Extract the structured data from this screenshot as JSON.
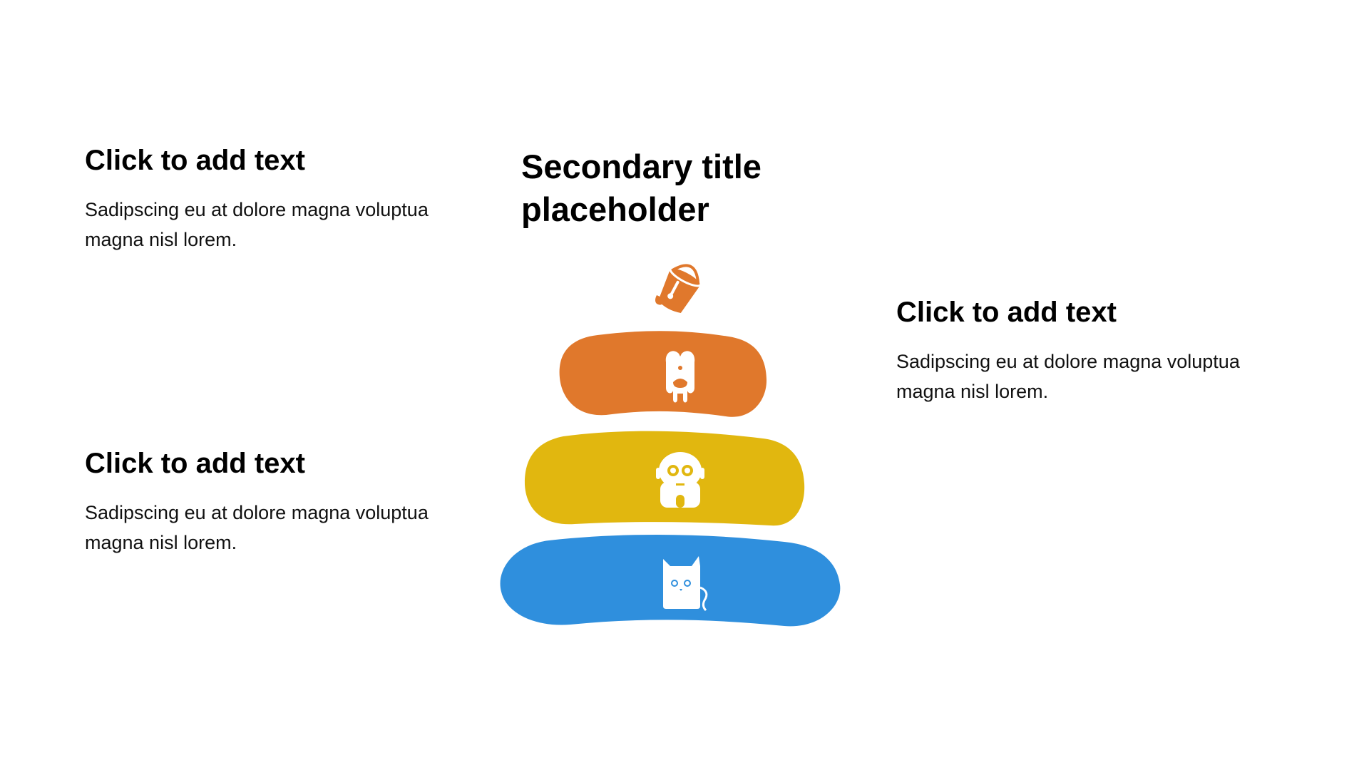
{
  "secondary_title": "Secondary title placeholder",
  "blocks": {
    "top_left": {
      "heading": "Click to add text",
      "body": "Sadipscing eu at dolore magna voluptua magna nisl lorem."
    },
    "bottom_left": {
      "heading": "Click to add text",
      "body": "Sadipscing eu at dolore magna voluptua magna nisl lorem."
    },
    "right": {
      "heading": "Click to add text",
      "body": "Sadipscing eu at dolore magna voluptua magna nisl lorem."
    }
  },
  "graphic": {
    "top_icon": "paint-bucket-icon",
    "tiers": [
      {
        "icon": "monster-tooth-icon",
        "color": "#E0782C"
      },
      {
        "icon": "alien-robot-icon",
        "color": "#E1B70F"
      },
      {
        "icon": "cat-icon",
        "color": "#2F8FDD"
      }
    ]
  },
  "colors": {
    "orange": "#E0782C",
    "yellow": "#E1B70F",
    "blue": "#2F8FDD"
  }
}
